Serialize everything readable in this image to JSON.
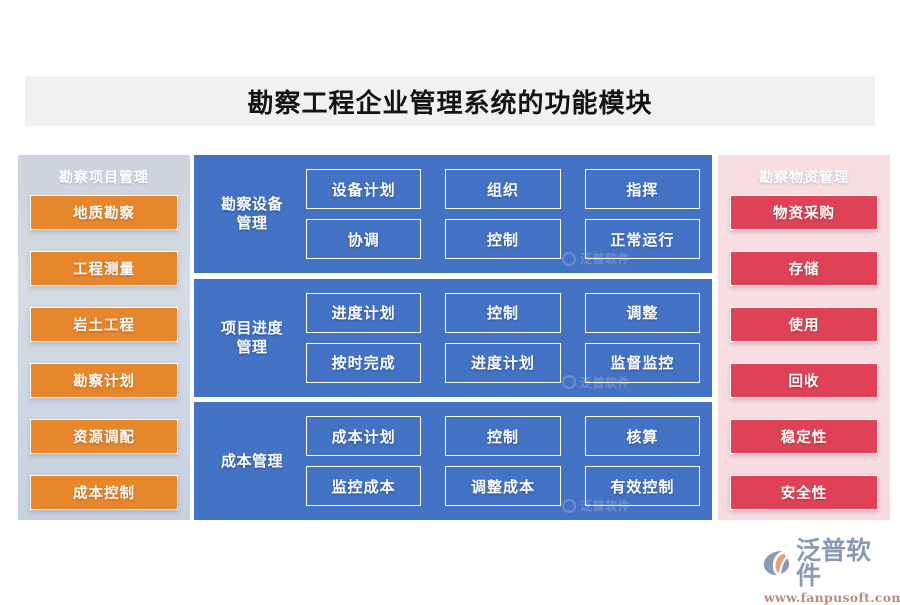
{
  "page": {
    "title": "勘察工程企业管理系统的功能模块",
    "background": "#ffffff",
    "title_bar_bg": "#f1f1f1"
  },
  "colors": {
    "orange": "#e8862b",
    "red": "#df4257",
    "blue": "#4472c4",
    "left_panel_bg": "#d0d8e2",
    "right_panel_bg": "#f8dde0",
    "title_text": "#141414"
  },
  "left_sidebar": {
    "header": "勘察项目管理",
    "items": [
      {
        "label": "地质勘察"
      },
      {
        "label": "工程测量"
      },
      {
        "label": "岩土工程"
      },
      {
        "label": "勘察计划"
      },
      {
        "label": "资源调配"
      },
      {
        "label": "成本控制"
      }
    ]
  },
  "right_sidebar": {
    "header": "勘察物资管理",
    "items": [
      {
        "label": "物资采购"
      },
      {
        "label": "存储"
      },
      {
        "label": "使用"
      },
      {
        "label": "回收"
      },
      {
        "label": "稳定性"
      },
      {
        "label": "安全性"
      }
    ]
  },
  "center": {
    "rows": [
      {
        "label": "勘察设备\n管理",
        "label_line1": "勘察设备",
        "label_line2": "管理",
        "cells": [
          "设备计划",
          "组织",
          "指挥",
          "协调",
          "控制",
          "正常运行"
        ]
      },
      {
        "label": "项目进度\n管理",
        "label_line1": "项目进度",
        "label_line2": "管理",
        "cells": [
          "进度计划",
          "控制",
          "调整",
          "按时完成",
          "进度计划",
          "监督监控"
        ]
      },
      {
        "label": "成本管理",
        "label_line1": "成本管理",
        "label_line2": "",
        "cells": [
          "成本计划",
          "控制",
          "核算",
          "监控成本",
          "调整成本",
          "有效控制"
        ]
      }
    ]
  },
  "brand": {
    "name": "泛普软件",
    "url": "www.fanpusoft.com",
    "watermark_text": "泛普软件"
  }
}
